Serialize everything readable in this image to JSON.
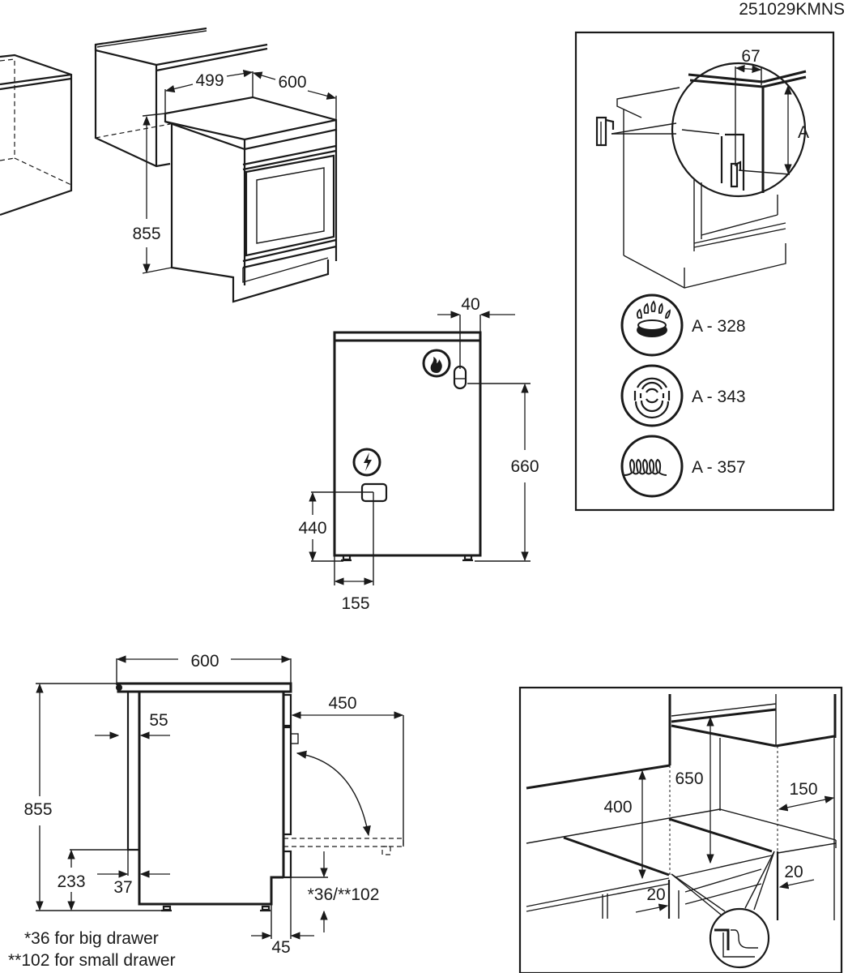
{
  "document_code": "251029KMNS",
  "panel_isometric": {
    "dim_depth": "499",
    "dim_width": "600",
    "dim_height": "855"
  },
  "panel_anti_tilt": {
    "dim_offset": "67",
    "dim_label": "A",
    "legend": [
      {
        "icon": "gas-burner-icon",
        "label": "A - 328"
      },
      {
        "icon": "radiant-hob-icon",
        "label": "A - 343"
      },
      {
        "icon": "coil-heater-icon",
        "label": "A - 357"
      }
    ]
  },
  "panel_rear_connections": {
    "dim_gas_offset": "40",
    "dim_gas_height": "660",
    "dim_elec_height": "440",
    "dim_elec_offset": "155",
    "gas_symbol": "flame-icon",
    "electric_symbol": "lightning-icon"
  },
  "panel_side_view": {
    "dim_width": "600",
    "dim_height": "855",
    "dim_door_open": "450",
    "dim_back_offset_top": "55",
    "dim_back_offset_bottom": "37",
    "dim_back_height": "233",
    "dim_drawer": "*36/**102",
    "dim_plinth": "45",
    "notes": [
      "*36 for big drawer",
      "**102 for small drawer"
    ]
  },
  "panel_clearances": {
    "dim_side_height": "400",
    "dim_top_height": "650",
    "dim_side_gap": "150",
    "dim_left_gap": "20",
    "dim_right_gap": "20"
  }
}
